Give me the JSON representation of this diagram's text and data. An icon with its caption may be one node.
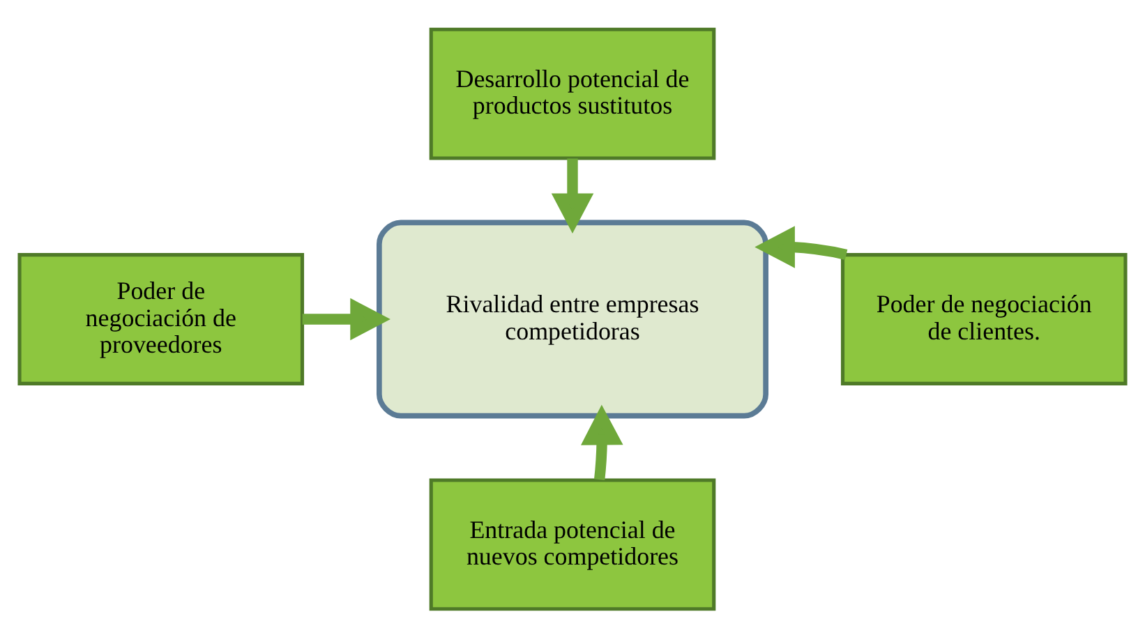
{
  "diagram": {
    "nodes": [
      {
        "text": [
          "Desarrollo potencial de productos sustitutos"
        ]
      },
      {
        "text": [
          "Poder de negociación de proveedores"
        ]
      },
      {
        "text": [
          "Rivalidad entre empresas competidoras"
        ]
      },
      {
        "text": [
          "Poder de negociación de clientes."
        ]
      },
      {
        "text": [
          "Entrada potencial de nuevos competidores"
        ]
      }
    ],
    "edges": [
      {
        "from": 0,
        "to": 2,
        "arrow": "to"
      },
      {
        "from": 1,
        "to": 2,
        "arrow": "to"
      },
      {
        "from": 3,
        "to": 2,
        "arrow": "to"
      },
      {
        "from": 4,
        "to": 2,
        "arrow": "to"
      }
    ]
  }
}
